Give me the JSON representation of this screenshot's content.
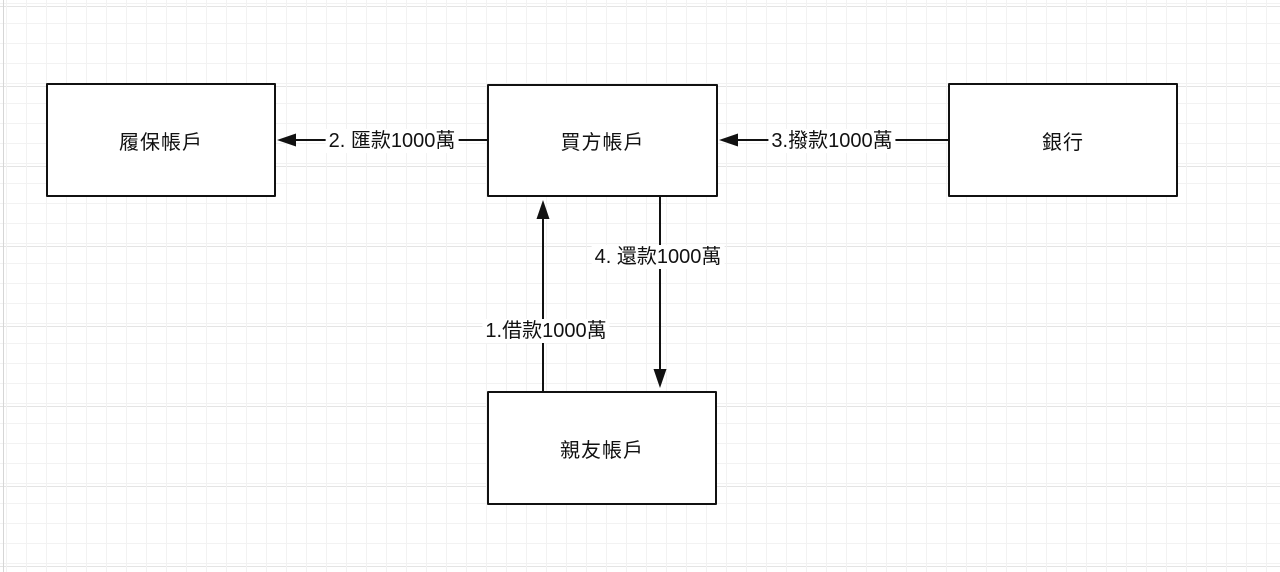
{
  "diagram": {
    "nodes": {
      "escrow": {
        "label": "履保帳戶"
      },
      "buyer": {
        "label": "買方帳戶"
      },
      "bank": {
        "label": "銀行"
      },
      "friend": {
        "label": "親友帳戶"
      }
    },
    "edges": {
      "borrow": {
        "label": "1.借款1000萬",
        "from": "friend",
        "to": "buyer",
        "direction": "up"
      },
      "remit": {
        "label": "2. 匯款1000萬",
        "from": "buyer",
        "to": "escrow",
        "direction": "left"
      },
      "disburse": {
        "label": "3.撥款1000萬",
        "from": "bank",
        "to": "buyer",
        "direction": "left"
      },
      "repay": {
        "label": "4. 還款1000萬",
        "from": "buyer",
        "to": "friend",
        "direction": "down"
      }
    },
    "colors": {
      "stroke": "#111111",
      "node_fill": "#ffffff",
      "background": "#ffffff",
      "grid_minor": "#f2f2f2",
      "grid_major": "#e4e4e4"
    }
  }
}
